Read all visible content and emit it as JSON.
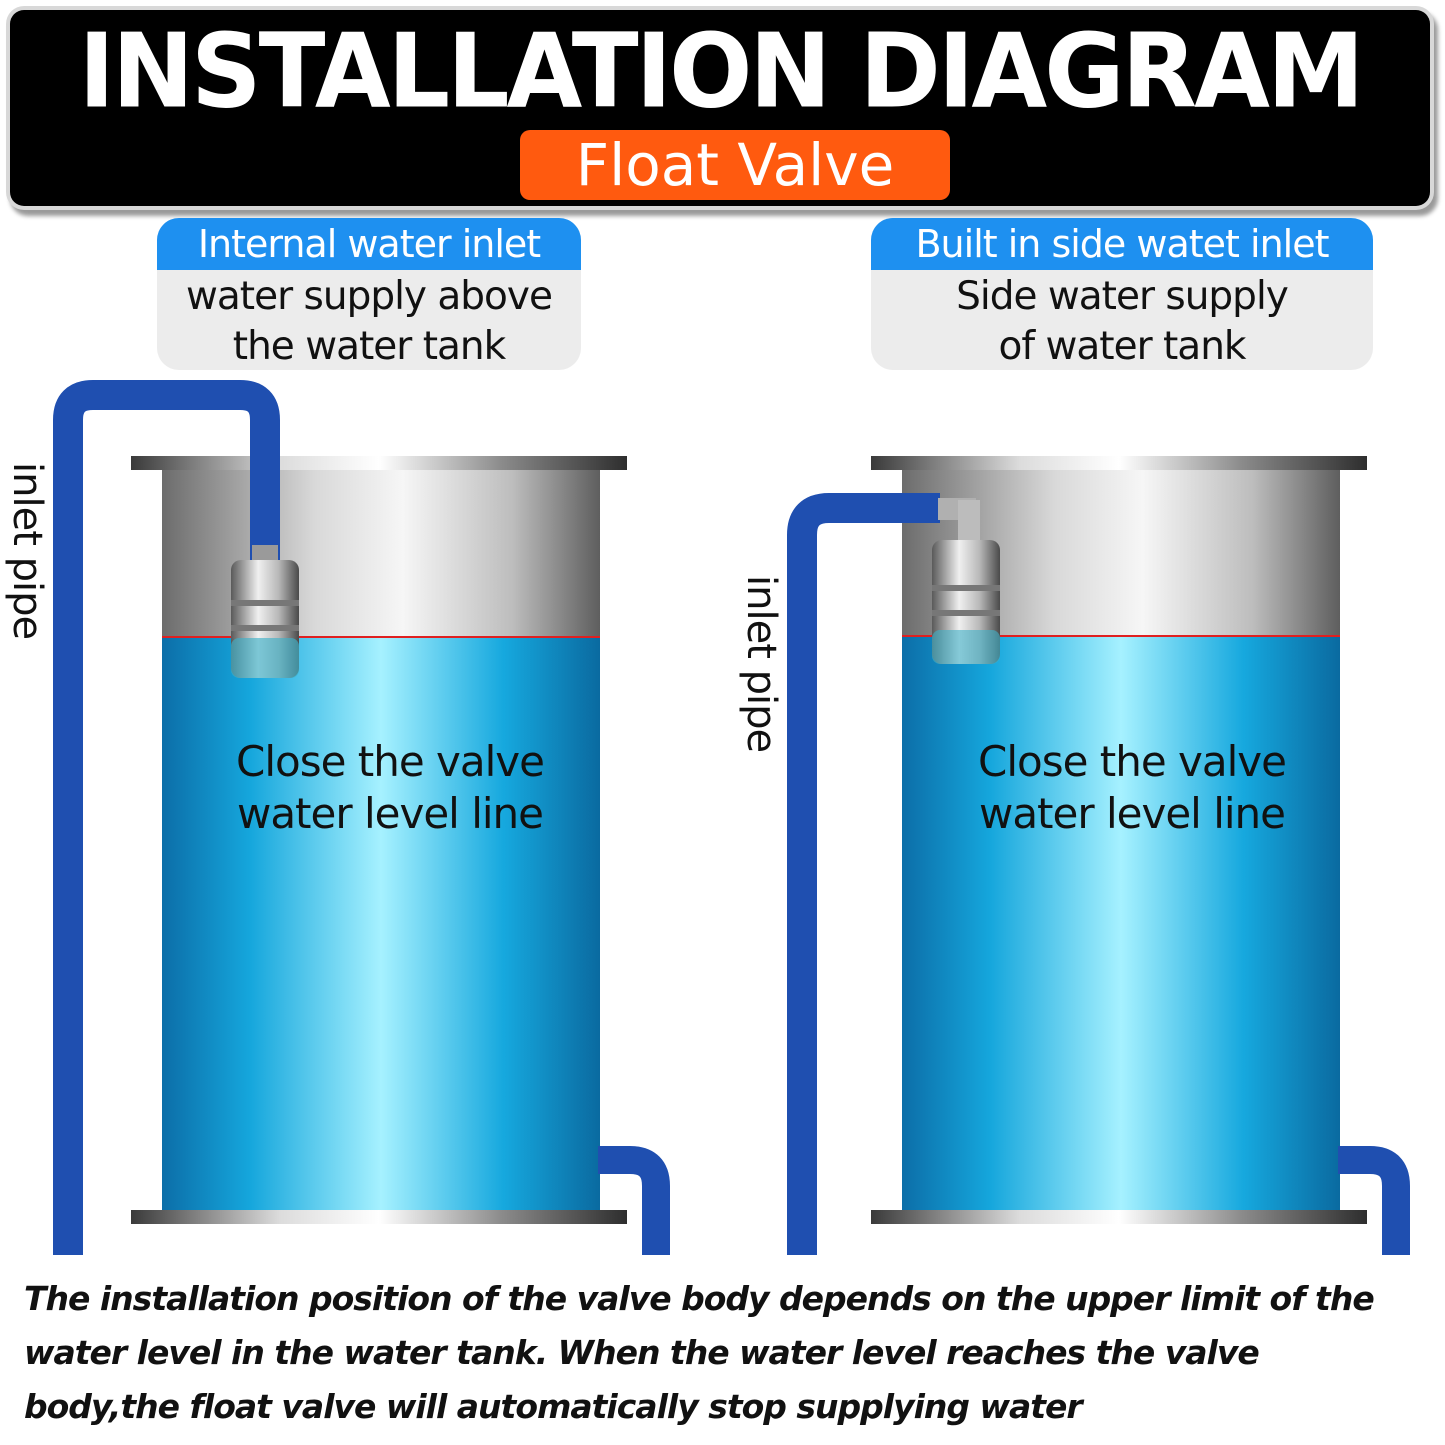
{
  "banner": {
    "title": "INSTALLATION DIAGRAM",
    "subtitle": "Float Valve"
  },
  "left_card": {
    "header": "Internal water inlet",
    "line1": "water supply above",
    "line2": "the water tank"
  },
  "right_card": {
    "header": "Built in side watet inlet",
    "line1": "Side water supply",
    "line2": "of water tank"
  },
  "left_tank": {
    "pipe_label": "inlet pipe",
    "line1": "Close the valve",
    "line2": "water level line"
  },
  "right_tank": {
    "pipe_label": "inlet pipe",
    "line1": "Close the valve",
    "line2": "water level line"
  },
  "footer": {
    "text": "The installation position of the valve body depends on the upper limit of the water level in the water tank. When the water level reaches the valve body,the float valve will automatically stop supplying water"
  },
  "colors": {
    "banner_bg": "#000000",
    "subtitle_bg": "#ff5a0f",
    "card_header": "#1e90f0",
    "card_bg": "#ececec",
    "pipe": "#1f4fb0",
    "water": "#18b4e6",
    "level_line": "#e02020"
  }
}
